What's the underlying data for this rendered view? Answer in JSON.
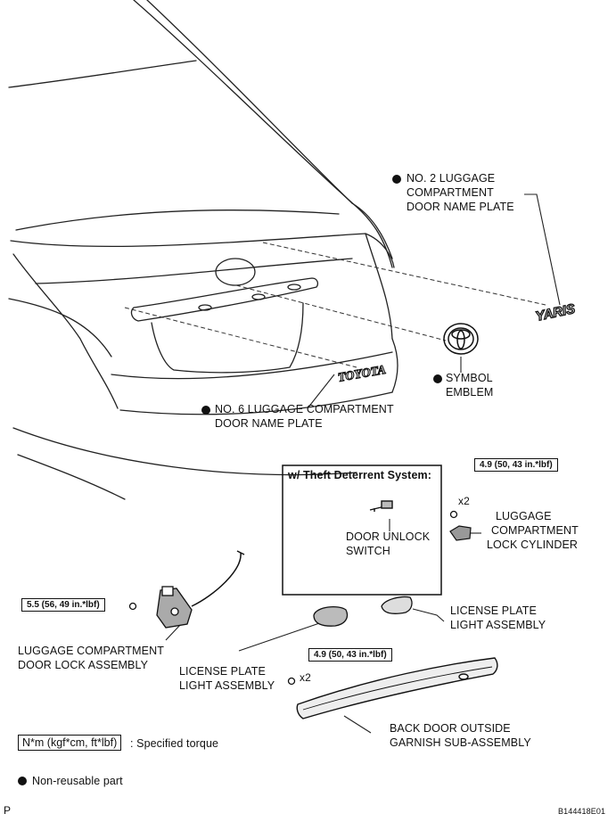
{
  "labels": {
    "no2_plate": [
      "NO. 2 LUGGAGE",
      "COMPARTMENT",
      "DOOR NAME PLATE"
    ],
    "symbol_emblem": [
      "SYMBOL",
      "EMBLEM"
    ],
    "no6_plate": [
      "NO. 6 LUGGAGE COMPARTMENT",
      "DOOR NAME PLATE"
    ],
    "theft_title": "w/ Theft Deterrent System:",
    "door_unlock_switch": [
      "DOOR UNLOCK",
      "SWITCH"
    ],
    "lock_cylinder": [
      "LUGGAGE",
      "COMPARTMENT",
      "LOCK CYLINDER"
    ],
    "license_light_right": [
      "LICENSE PLATE",
      "LIGHT ASSEMBLY"
    ],
    "license_light_left": [
      "LICENSE PLATE",
      "LIGHT ASSEMBLY"
    ],
    "door_lock_assembly": [
      "LUGGAGE COMPARTMENT",
      "DOOR LOCK ASSEMBLY"
    ],
    "garnish": [
      "BACK DOOR OUTSIDE",
      "GARNISH SUB-ASSEMBLY"
    ]
  },
  "torque": {
    "lock_cylinder": "4.9 (50, 43 in.*lbf)",
    "door_lock": "5.5 (56, 49 in.*lbf)",
    "garnish": "4.9 (50, 43 in.*lbf)"
  },
  "multipliers": {
    "lock_cylinder": "x2",
    "garnish": "x2"
  },
  "badges": {
    "yaris": "YARIS",
    "toyota": "TOYOTA"
  },
  "legend": {
    "torque_box": "N*m (kgf*cm, ft*lbf)",
    "torque_text": ": Specified torque",
    "nonreusable": "Non-reusable part"
  },
  "footer": {
    "corner": "P",
    "code": "B144418E01"
  }
}
